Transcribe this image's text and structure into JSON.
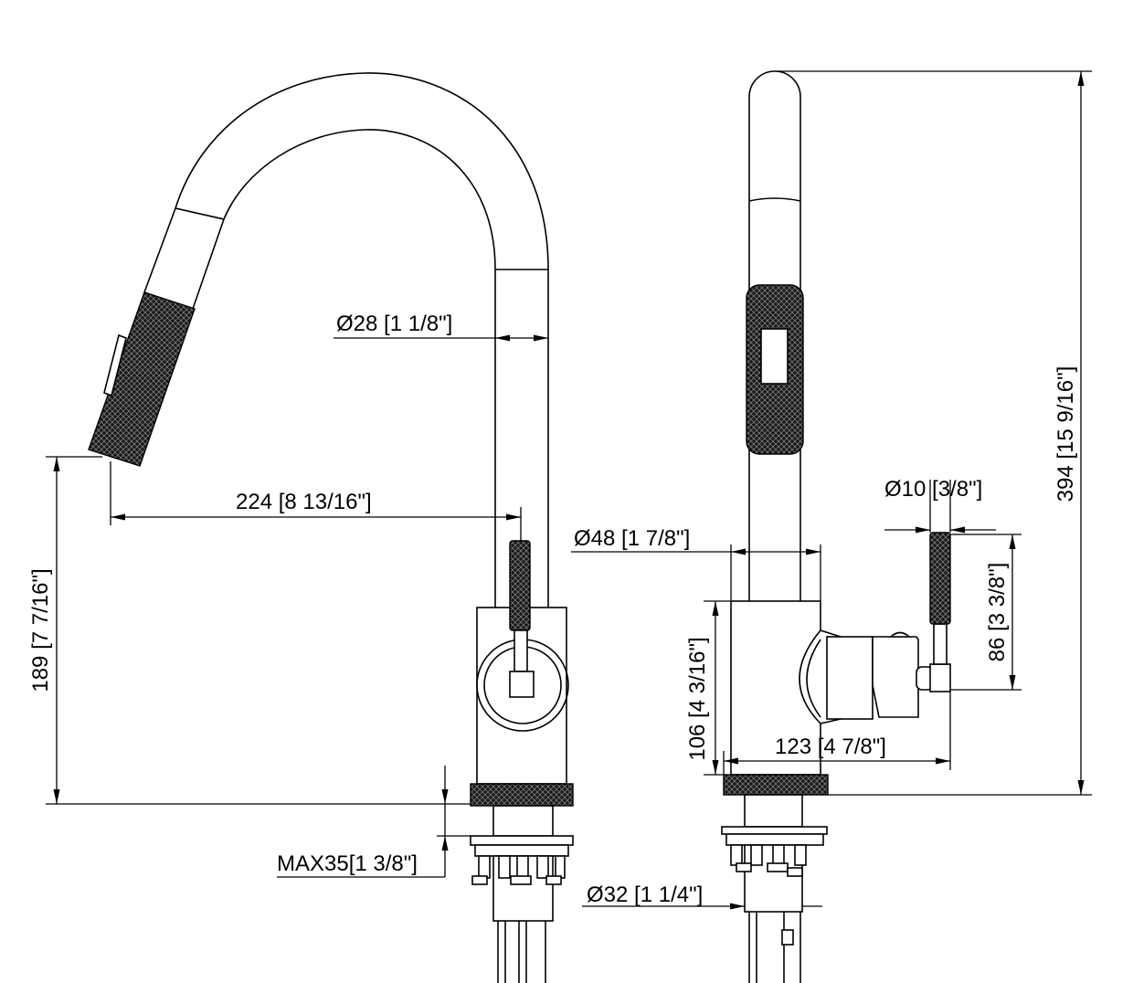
{
  "dimensions": {
    "spout_diameter": "Ø28 [1 1/8\"]",
    "reach": "224 [8 13/16\"]",
    "spout_height": "189 [7 7/16\"]",
    "max_deck": "MAX35[1 3/8\"]",
    "body_diameter": "Ø48 [1 7/8\"]",
    "handle_diameter": "Ø10 [3/8\"]",
    "total_height": "394 [15 9/16\"]",
    "handle_height": "86 [3 3/8\"]",
    "body_height": "106 [4 3/16\"]",
    "body_depth": "123 [4 7/8\"]",
    "shank_diameter": "Ø32 [1 1/4\"]"
  },
  "colors": {
    "line": "#000000",
    "knurl": "#1a1a1a",
    "background": "#ffffff"
  }
}
